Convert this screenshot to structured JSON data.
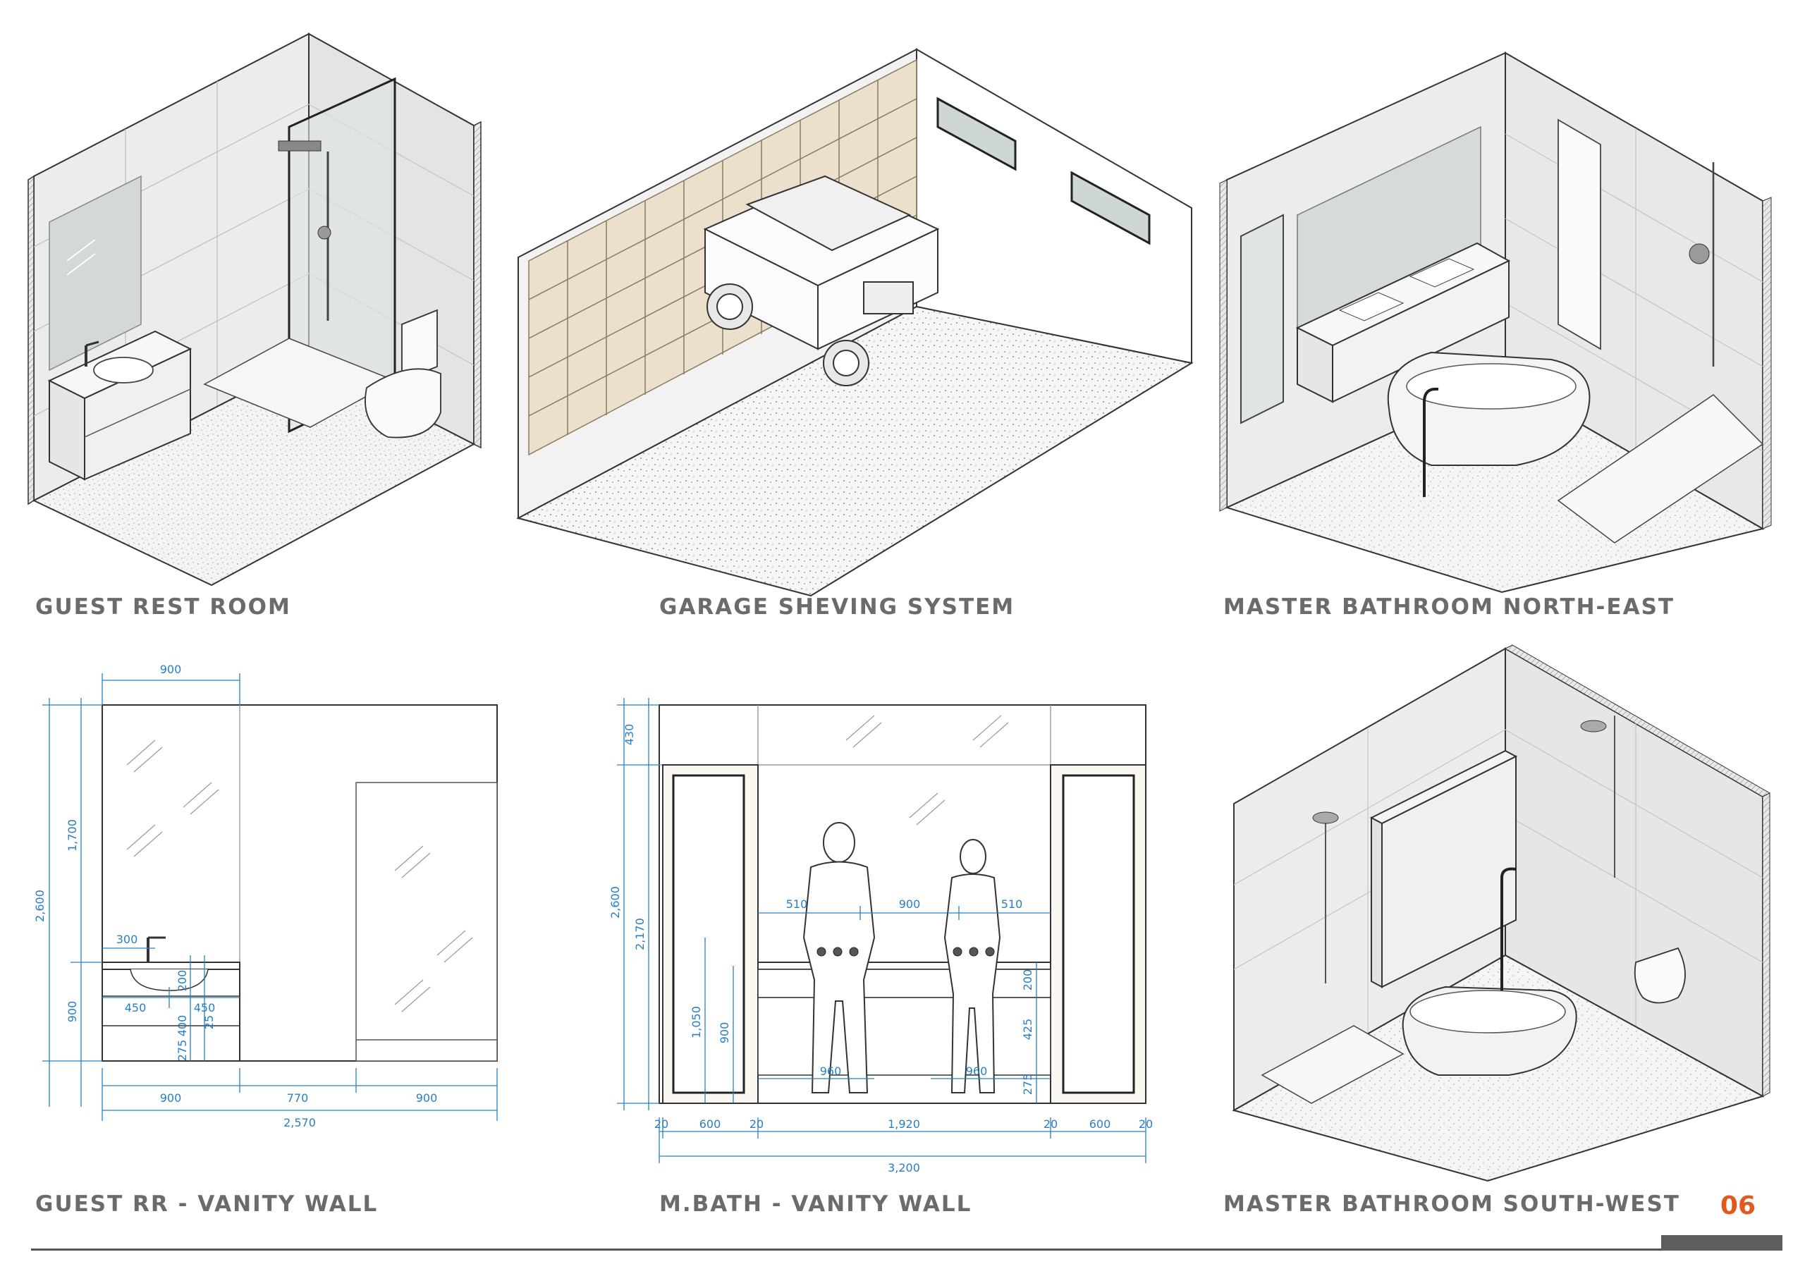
{
  "captions": {
    "guest_rest_room": "GUEST REST ROOM",
    "garage": "GARAGE SHEVING SYSTEM",
    "master_ne": "MASTER BATHROOM NORTH-EAST",
    "guest_vanity": "GUEST RR - VANITY WALL",
    "mbath_vanity": "M.BATH - VANITY WALL",
    "master_sw": "MASTER BATHROOM SOUTH-WEST"
  },
  "page_number": "06",
  "guest_vanity_dims": {
    "top_width": "900",
    "overall_height": "2,600",
    "upper_height": "1,700",
    "lower_height": "900",
    "tap_offset": "300",
    "basin_left": "450",
    "basin_right": "450",
    "counter_thk": "200",
    "cabinet_h": "400",
    "toe_kick": "275",
    "overhang": "25",
    "bottom_left": "900",
    "bottom_mid": "770",
    "bottom_right": "900",
    "overall_width": "2,570"
  },
  "mbath_vanity_dims": {
    "top_height": "430",
    "overall_height": "2,600",
    "mirror_height": "2,170",
    "door_handle": "1,050",
    "handle_900": "900",
    "sink_left": "510",
    "sink_mid": "900",
    "sink_right": "510",
    "counter_200": "200",
    "cab_425": "425",
    "toe_275": "275",
    "stand_left": "960",
    "stand_right": "960",
    "b_20a": "20",
    "b_600a": "600",
    "b_20b": "20",
    "b_1920": "1,920",
    "b_20c": "20",
    "b_600b": "600",
    "b_20d": "20",
    "overall_width": "3,200"
  },
  "colors": {
    "caption": "#6b6b6b",
    "page_number": "#e05a1e",
    "dimension": "#2a7fc4",
    "line": "#333333",
    "wood": "#e8d8bf"
  }
}
